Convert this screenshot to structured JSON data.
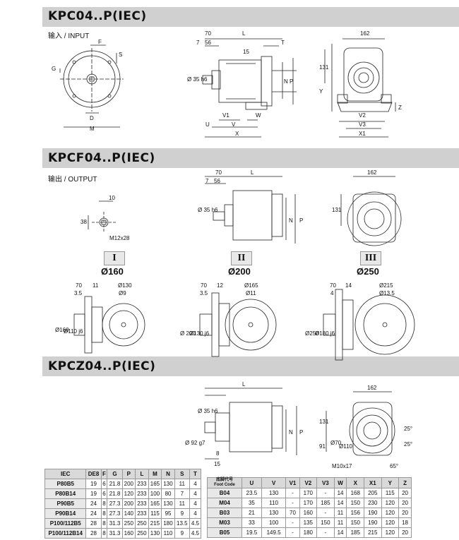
{
  "sections": {
    "kpc": {
      "title": "KPC04..P(IEC)",
      "subtitle": "输入 / INPUT"
    },
    "kpcf": {
      "title": "KPCF04..P(IEC)",
      "subtitle": "输出 / OUTPUT"
    },
    "kpcz": {
      "title": "KPCZ04..P(IEC)"
    }
  },
  "dims": {
    "kpc_side": {
      "d70": "70",
      "d7": "7",
      "d56": "56",
      "L": "L",
      "T": "T",
      "d15": "15",
      "shaft": "Ø 35 h6",
      "N": "N",
      "P": "P",
      "V1": "V1",
      "V": "V",
      "W": "W",
      "U": "U",
      "X": "X"
    },
    "kpc_front": {
      "F": "F",
      "S": "S",
      "G": "G",
      "D": "D",
      "M": "M"
    },
    "kpc_end": {
      "w162": "162",
      "h131": "131",
      "Y": "Y",
      "Z": "Z",
      "V2": "V2",
      "V3": "V3",
      "X1": "X1"
    },
    "kpcf_shaft": {
      "d10": "10",
      "d38": "38",
      "thread": "M12x28"
    },
    "kpcf_side": {
      "d70": "70",
      "d7": "7",
      "d56": "56",
      "L": "L",
      "shaft": "Ø 35 h6",
      "N": "N",
      "P": "P"
    },
    "kpcf_end": {
      "w162": "162",
      "h131": "131"
    },
    "flanges": [
      {
        "roman": "I",
        "dia": "Ø160",
        "a": "70",
        "b": "11",
        "c": "3.5",
        "d": "Ø130",
        "e": "Ø9",
        "f": "Ø160",
        "g": "Ø110 j6"
      },
      {
        "roman": "II",
        "dia": "Ø200",
        "a": "70",
        "b": "12",
        "c": "3.5",
        "d": "Ø165",
        "e": "Ø11",
        "f": "Ø 200",
        "g": "Ø130 j6"
      },
      {
        "roman": "III",
        "dia": "Ø250",
        "a": "70",
        "b": "14",
        "c": "4",
        "d": "Ø215",
        "e": "Ø13.5",
        "f": "Ø250",
        "g": "Ø180 j6"
      }
    ],
    "kpcz_side": {
      "L": "L",
      "shaft": "Ø 35 h6",
      "d92": "Ø 92 g7",
      "d8": "8",
      "d15": "15",
      "N": "N",
      "P": "P"
    },
    "kpcz_end": {
      "w162": "162",
      "h131": "131",
      "h91": "91",
      "d70": "Ø70",
      "d110": "Ø110",
      "thread": "M10x17",
      "a25a": "25°",
      "a25b": "25°",
      "a65": "65°"
    }
  },
  "table_iec": {
    "headers": [
      "IEC",
      "DE8",
      "F",
      "G",
      "P",
      "L",
      "M",
      "N",
      "S",
      "T"
    ],
    "rows": [
      [
        "P80B5",
        "19",
        "6",
        "21.8",
        "200",
        "233",
        "165",
        "130",
        "11",
        "4"
      ],
      [
        "P80B14",
        "19",
        "6",
        "21.8",
        "120",
        "233",
        "100",
        "80",
        "7",
        "4"
      ],
      [
        "P90B5",
        "24",
        "8",
        "27.3",
        "200",
        "233",
        "165",
        "130",
        "11",
        "4"
      ],
      [
        "P90B14",
        "24",
        "8",
        "27.3",
        "140",
        "233",
        "115",
        "95",
        "9",
        "4"
      ],
      [
        "P100/112B5",
        "28",
        "8",
        "31.3",
        "250",
        "250",
        "215",
        "180",
        "13.5",
        "4.5"
      ],
      [
        "P100/112B14",
        "28",
        "8",
        "31.3",
        "160",
        "250",
        "130",
        "110",
        "9",
        "4.5"
      ]
    ]
  },
  "table_foot": {
    "header_cn": "底脚代号",
    "header_en": "Foot Code",
    "headers": [
      "U",
      "V",
      "V1",
      "V2",
      "V3",
      "W",
      "X",
      "X1",
      "Y",
      "Z"
    ],
    "rows": [
      [
        "B04",
        "23.5",
        "130",
        "-",
        "170",
        "-",
        "14",
        "168",
        "205",
        "115",
        "20"
      ],
      [
        "M04",
        "35",
        "110",
        "-",
        "170",
        "185",
        "14",
        "150",
        "230",
        "120",
        "20"
      ],
      [
        "B03",
        "21",
        "130",
        "70",
        "160",
        "-",
        "11",
        "156",
        "190",
        "120",
        "20"
      ],
      [
        "M03",
        "33",
        "100",
        "-",
        "135",
        "150",
        "11",
        "150",
        "190",
        "120",
        "18"
      ],
      [
        "B05",
        "19.5",
        "149.5",
        "-",
        "180",
        "-",
        "14",
        "185",
        "215",
        "120",
        "20"
      ]
    ]
  }
}
